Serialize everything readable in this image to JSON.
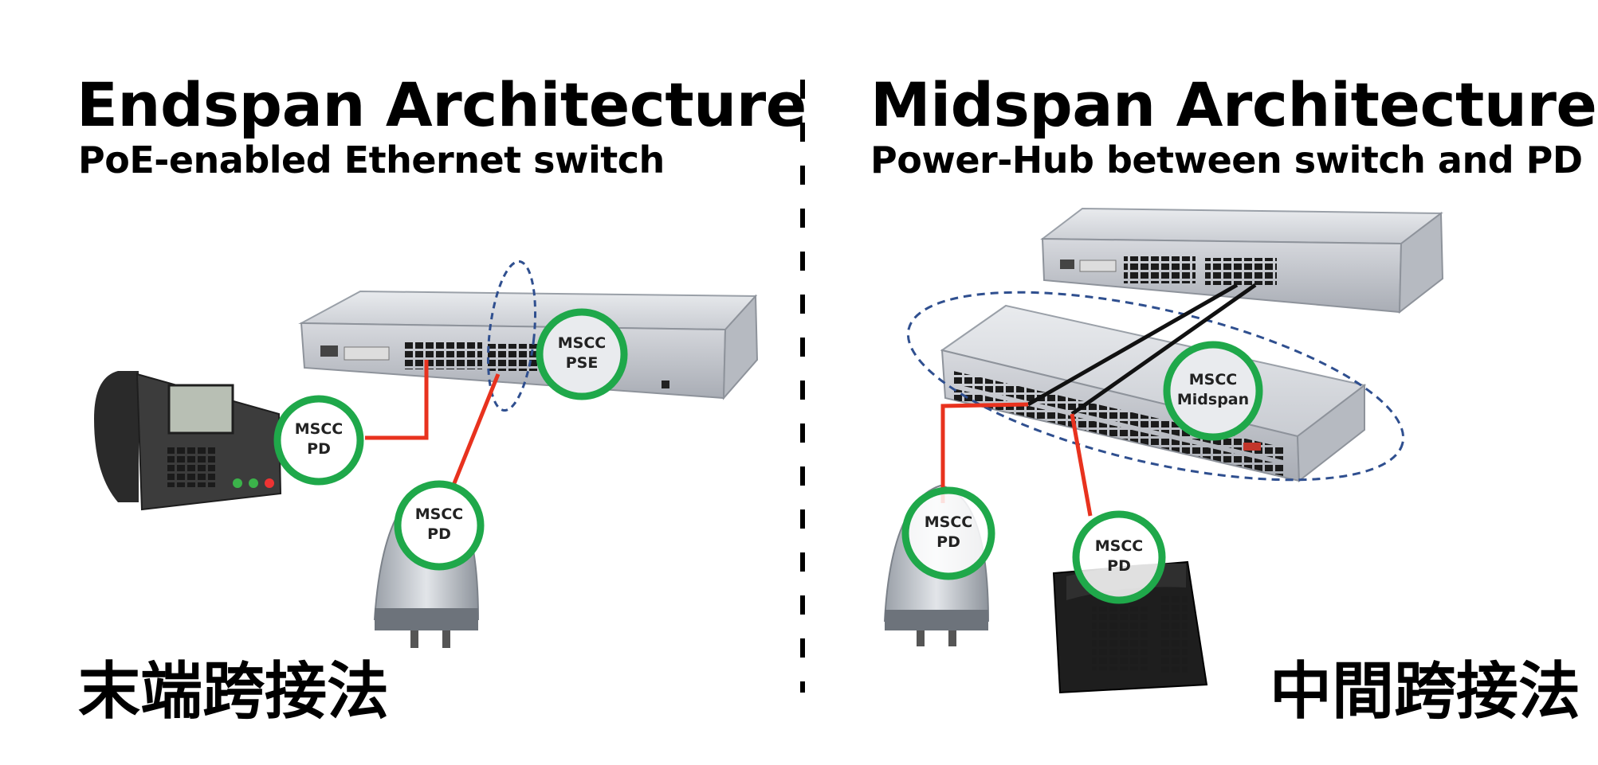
{
  "left": {
    "title": "Endspan Architecture",
    "subtitle": "PoE-enabled Ethernet switch",
    "cjk_label": "末端跨接法",
    "badges": {
      "switch": [
        "MSCC",
        "PSE"
      ],
      "phone": [
        "MSCC",
        "PD"
      ],
      "ap": [
        "MSCC",
        "PD"
      ]
    }
  },
  "right": {
    "title": "Midspan Architecture",
    "subtitle": "Power-Hub between switch and PD",
    "cjk_label": "中間跨接法",
    "badges": {
      "midspan": [
        "MSCC",
        "Midspan"
      ],
      "ap": [
        "MSCC",
        "PD"
      ],
      "phone": [
        "MSCC",
        "PD"
      ]
    }
  },
  "colors": {
    "badge_ring": "#1fa84a",
    "power_line": "#e8321e",
    "data_line": "#111111",
    "dashed_outline": "#2f4f8f",
    "divider": "#000000"
  }
}
